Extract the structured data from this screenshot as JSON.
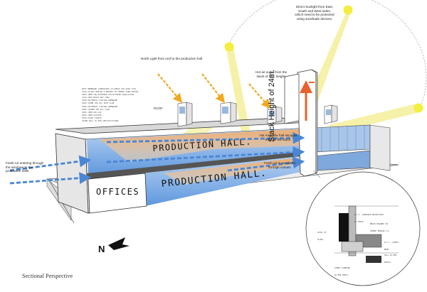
{
  "caption": "Sectional Perspective",
  "north": "N",
  "labels": {
    "production_hall_upper": "PRODUCTION HALL.",
    "production_hall_lower": "PRODUCTION HALL.",
    "offices": "OFFICES",
    "stack_height": "Stack Height of 24m.",
    "roof": "ROOF"
  },
  "annotations": {
    "direct_sunlight": [
      "Direct Sunlight from East,",
      "South and West sides,",
      "which need to be protected",
      "using sunshade devices."
    ],
    "north_light": "North Light from roof to the production hall",
    "hot_air_outlet": [
      "Hot air outlet from the",
      "stack of 24m height."
    ],
    "hot_air_escapes": [
      "Hot Air in the hall escapes",
      "through the stack."
    ],
    "fresh_air_below": [
      "Fresh air is ventilated",
      "through cutouts"
    ],
    "fresh_air_windows": [
      "Fresh Air entering through",
      "the windows to the",
      "production halls"
    ]
  },
  "spec_notes": [
    "ROOF MEMBRANE COMPRISING 10 DENSE CUP SKIN TILE",
    "LAID IN WAX MORTAR & BEDDED IN CEMENT SAND MORTAR",
    "OVER 40MM THK EXTRUDED POLYSTYRENE INSULATION",
    "LAID OVER BRICK BAT COBA",
    "OVER POLYMERIC COATING MEMBRANE",
    "OVER 150MM THK RCC ROOF SLAB",
    "OVER POLYMERIC COATING MEMBRANE",
    "OVER 1200MM THK RCC SLAB",
    "OVER 25MM AIR GAP",
    "OVER 10MM PLASTER",
    "OVER PAINT FINISH",
    "STONE WALL AS PER SPECIFICATIONS"
  ],
  "detail_notes": {
    "top": [
      "R.C.C. SUNSHADE PROJECTION",
      "6\" THICK"
    ],
    "mid": [
      "BRICK MASONRY IN",
      "CEMENT MORTAR 1:6"
    ],
    "lintel": [
      "R.C.C. LINTEL",
      "BEAM"
    ],
    "sill": [
      "SILL AS PER",
      "DETAIL"
    ],
    "bottom": [
      "STONE CLADDING",
      "AS PER SPECS."
    ],
    "left": [
      "LEVEL OF",
      "FLOOR"
    ]
  },
  "colors": {
    "sky_light": "#f4ef9a",
    "sun": "#f4ee3e",
    "air_blue": "#4a86d4",
    "hot_air": "#f08a3c",
    "north_light_arrow": "#f0a820",
    "floor_blue": "#8fb6e6",
    "warm_zone": "#f6c489"
  }
}
